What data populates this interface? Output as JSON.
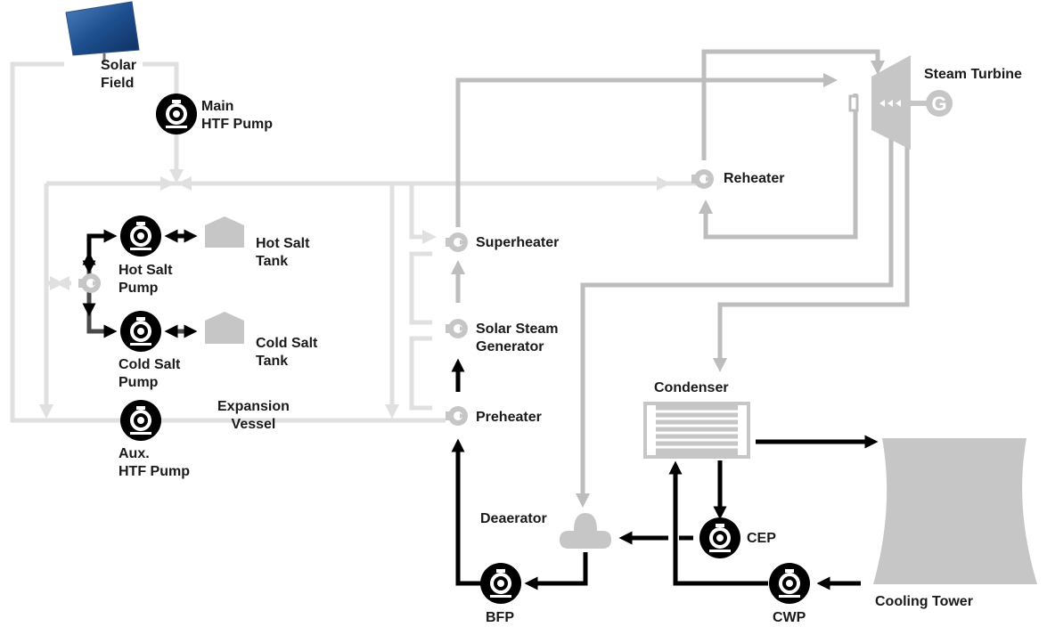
{
  "labels": {
    "solar_field": [
      "Solar",
      "Field"
    ],
    "main_htf_pump": [
      "Main",
      "HTF Pump"
    ],
    "hot_salt_pump": [
      "Hot Salt",
      "Pump"
    ],
    "hot_salt_tank": [
      "Hot Salt",
      "Tank"
    ],
    "cold_salt_pump": [
      "Cold Salt",
      "Pump"
    ],
    "cold_salt_tank": [
      "Cold Salt",
      "Tank"
    ],
    "expansion_vessel": [
      "Expansion",
      "Vessel"
    ],
    "aux_htf_pump": [
      "Aux.",
      "HTF Pump"
    ],
    "superheater": "Superheater",
    "solar_steam_generator": [
      "Solar Steam",
      "Generator"
    ],
    "preheater": "Preheater",
    "reheater": "Reheater",
    "steam_turbine": "Steam Turbine",
    "condenser": "Condenser",
    "deaerator": "Deaerator",
    "cep": "CEP",
    "bfp": "BFP",
    "cwp": "CWP",
    "cooling_tower": "Cooling Tower",
    "generator_symbol": "G"
  },
  "colors": {
    "flow_light": "#e0e0e0",
    "flow_medium": "#bdbdbd",
    "flow_dark": "#4a4a4a",
    "flow_black": "#000000",
    "equipment_gray": "#c6c6c6",
    "solar_panel": "#1d4f8f"
  },
  "icons": [
    "solar-panel-icon",
    "pump-icon",
    "heat-exchanger-icon",
    "tank-icon",
    "turbine-icon",
    "generator-icon",
    "condenser-icon",
    "deaerator-icon",
    "cooling-tower-icon"
  ]
}
